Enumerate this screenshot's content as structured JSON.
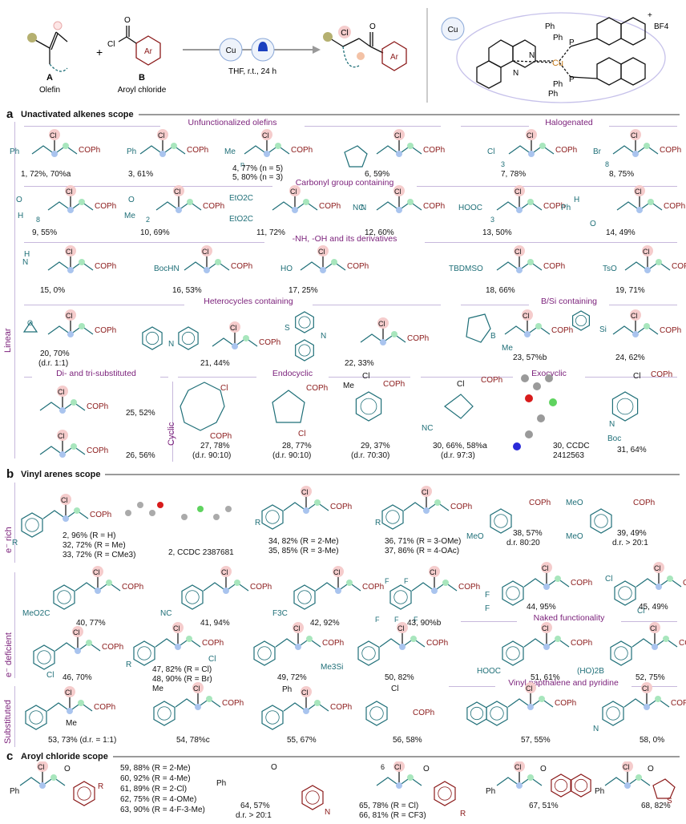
{
  "header": {
    "olefin_letter": "A",
    "olefin_name": "Olefin",
    "aroyl_letter": "B",
    "aroyl_name": "Aroyl chloride",
    "plus": "+",
    "catalyst": "Cu",
    "conditions": "THF, r.t., 24 h",
    "ar_label": "Ar",
    "cl_label": "Cl",
    "o_label": "O",
    "ph_label": "Ph",
    "p_label": "P",
    "n_label": "N",
    "cu_center": "Cu",
    "counter_ion": "BF4",
    "charge": "+"
  },
  "sections": {
    "a": {
      "letter": "a",
      "title": "Unactivated alkenes scope"
    },
    "b": {
      "letter": "b",
      "title": "Vinyl arenes scope"
    },
    "c": {
      "letter": "c",
      "title": "Aroyl chloride scope"
    }
  },
  "categories": {
    "unfunc": "Unfunctionalized olefins",
    "halogenated": "Halogenated",
    "carbonyl": "Carbonyl group containing",
    "nh_oh": "-NH, -OH and its derivatives",
    "hetero": "Heterocycles containing",
    "bsi": "B/Si containing",
    "di_tri": "Di- and tri-substituted",
    "endo": "Endocyclic",
    "exo": "Exocyclic",
    "naked": "Naked functionality",
    "vinylnap": "Vinyl napthalene and pyridine"
  },
  "side_labels": {
    "linear": "Linear",
    "cyclic": "Cyclic",
    "erich": "e⁻ rich",
    "edef": "e⁻ deficient",
    "substituted": "Substituted"
  },
  "compounds": {
    "c1": "1, 72%, 70%a",
    "c3": "3, 61%",
    "c4": "4, 77% (n = 5)",
    "c5": "5, 80% (n = 3)",
    "c6": "6, 59%",
    "c7": "7, 78%",
    "c8": "8, 75%",
    "c9": "9, 55%",
    "c10": "10, 69%",
    "c11": "11, 72%",
    "c12": "12, 60%",
    "c13": "13, 50%",
    "c14": "14, 49%",
    "c15": "15, 0%",
    "c16": "16, 53%",
    "c17": "17, 25%",
    "c18": "18, 66%",
    "c19": "19, 71%",
    "c20": "20, 70%",
    "c20dr": "(d.r. 1:1)",
    "c21": "21, 44%",
    "c22": "22, 33%",
    "c23": "23, 57%b",
    "c24": "24, 62%",
    "c25": "25, 52%",
    "c26": "26, 56%",
    "c27": "27, 78%",
    "c27dr": "(d.r. 90:10)",
    "c28": "28, 77%",
    "c28dr": "(d.r. 90:10)",
    "c29": "29, 37%",
    "c29dr": "(d.r. 70:30)",
    "c30": "30, 66%, 58%a",
    "c30dr": "(d.r. 97:3)",
    "c30x": "30, CCDC",
    "c30xnum": "2412563",
    "c31": "31, 64%",
    "c2": "2, 96% (R = H)",
    "c32": "32, 72% (R = Me)",
    "c33": "33, 72% (R = CMe3)",
    "c2x": "2, CCDC 2387681",
    "c34": "34, 82% (R = 2-Me)",
    "c35": "35, 85% (R = 3-Me)",
    "c36": "36, 71% (R = 3-OMe)",
    "c37": "37, 86% (R = 4-OAc)",
    "c38": "38, 57%",
    "c38dr": "d.r. 80:20",
    "c39": "39, 49%",
    "c39dr": "d.r. > 20:1",
    "c40": "40, 77%",
    "c41": "41, 94%",
    "c42": "42, 92%",
    "c43": "43, 90%b",
    "c44": "44, 95%",
    "c45": "45, 49%",
    "c46": "46, 70%",
    "c47": "47, 82% (R = Cl)",
    "c48": "48, 90% (R = Br)",
    "c49": "49, 72%",
    "c50": "50, 82%",
    "c51": "51, 61%",
    "c52": "52, 75%",
    "c53": "53, 73% (d.r. = 1:1)",
    "c54": "54, 78%c",
    "c55": "55, 67%",
    "c56": "56, 58%",
    "c57": "57, 55%",
    "c58": "58, 0%",
    "c59": "59, 88% (R = 2-Me)",
    "c60": "60, 92% (R = 4-Me)",
    "c61": "61, 89% (R = 2-Cl)",
    "c62": "62, 75% (R = 4-OMe)",
    "c63": "63, 90% (R = 4-F-3-Me)",
    "c64": "64, 57%",
    "c64dr": "d.r. > 20:1",
    "c65": "65, 78% (R = Cl)",
    "c66": "66, 81% (R = CF3)",
    "c67": "67, 51%",
    "c68": "68, 82%"
  },
  "atoms": {
    "cl": "Cl",
    "coph": "COPh",
    "ph": "Ph",
    "me": "Me",
    "r": "R",
    "o": "O",
    "n": "N",
    "s": "S",
    "si": "Si",
    "b": "B",
    "nc": "NC",
    "f": "F",
    "f3c": "F3C",
    "boc": "Boc",
    "bochn": "BocHN",
    "ho": "HO",
    "tbdmso": "TBDMSO",
    "tso": "TsO",
    "hooc": "HOOC",
    "eto2c": "EtO2C",
    "h": "H",
    "meo": "MeO",
    "meo2c": "MeO2C",
    "me3si": "Me3Si",
    "ho2b": "(HO)2B",
    "br": "Br",
    "n8": "8",
    "n2": "2",
    "n3": "3",
    "nn": "n",
    "n6": "6",
    "ph_n": "Ph",
    "nh": "H",
    "s_n": "N"
  },
  "colors": {
    "teal": "#1f6f78",
    "darkred": "#8b1a1a",
    "purple": "#7a1f7a",
    "cl_circle": "#f5cccc",
    "blue_dot": "#a9c4ee",
    "green_dot": "#a8e6bd",
    "olive": "#b5b070"
  }
}
